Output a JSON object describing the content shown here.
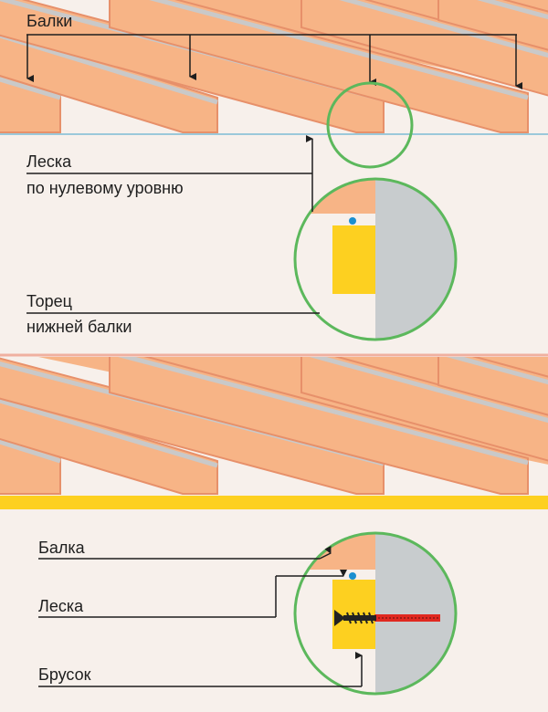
{
  "labels": {
    "beams": "Балки",
    "line_line1": "Леска",
    "line_line2": "по нулевому уровню",
    "end_line1": "Торец",
    "end_line2": "нижней балки",
    "beam": "Балка",
    "line": "Леска",
    "bar": "Брусок"
  },
  "colors": {
    "background": "#f7f0eb",
    "beam_fill": "#f7b486",
    "beam_edge": "#e7906a",
    "beam_top": "#c9c9c9",
    "wall": "#c8ccce",
    "bar": "#fdd020",
    "circle": "#5cb85c",
    "line_dot": "#1a8fd0",
    "zero_line": "#3fa0c8",
    "separator_pink": "#f0b0a0",
    "screw_dark": "#222222",
    "screw_red": "#e02820"
  },
  "icons": [
    "screw-icon",
    "line-dot-icon",
    "arrow-icon"
  ]
}
